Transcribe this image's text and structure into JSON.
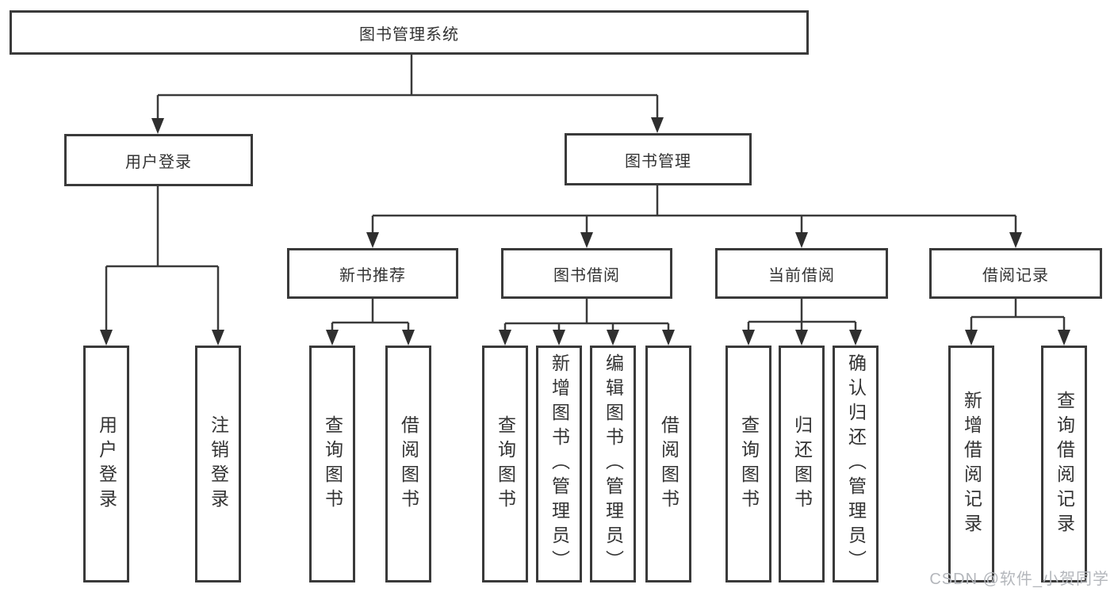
{
  "nodes": {
    "root": "图书管理系统",
    "user_login": "用户登录",
    "book_management": "图书管理",
    "new_book_recommend": "新书推荐",
    "book_borrowing": "图书借阅",
    "current_borrowing": "当前借阅",
    "borrowing_records": "借阅记录",
    "ul_user_login": "用户登录",
    "ul_logout": "注销登录",
    "nb_query_books": "查询图书",
    "nb_borrow_books": "借阅图书",
    "bb_query_books": "查询图书",
    "bb_add_books": "新增图书（管理员）",
    "bb_edit_books": "编辑图书（管理员）",
    "bb_borrow_books": "借阅图书",
    "cb_query_books": "查询图书",
    "cb_return_books": "归还图书",
    "cb_confirm_return": "确认归还（管理员）",
    "br_add_record": "新增借阅记录",
    "br_query_record": "查询借阅记录"
  },
  "hierarchy": {
    "图书管理系统": {
      "用户登录": [
        "用户登录",
        "注销登录"
      ],
      "图书管理": {
        "新书推荐": [
          "查询图书",
          "借阅图书"
        ],
        "图书借阅": [
          "查询图书",
          "新增图书（管理员）",
          "编辑图书（管理员）",
          "借阅图书"
        ],
        "当前借阅": [
          "查询图书",
          "归还图书",
          "确认归还（管理员）"
        ],
        "借阅记录": [
          "新增借阅记录",
          "查询借阅记录"
        ]
      }
    }
  },
  "watermark": "CSDN @软件_小贺同学",
  "colors": {
    "background": "#ffffff",
    "line": "#3a3a3a",
    "node_border": "#3a3a3a",
    "node_fill": "#ffffff",
    "text": "#333333",
    "watermark": "#b4b7bc"
  }
}
